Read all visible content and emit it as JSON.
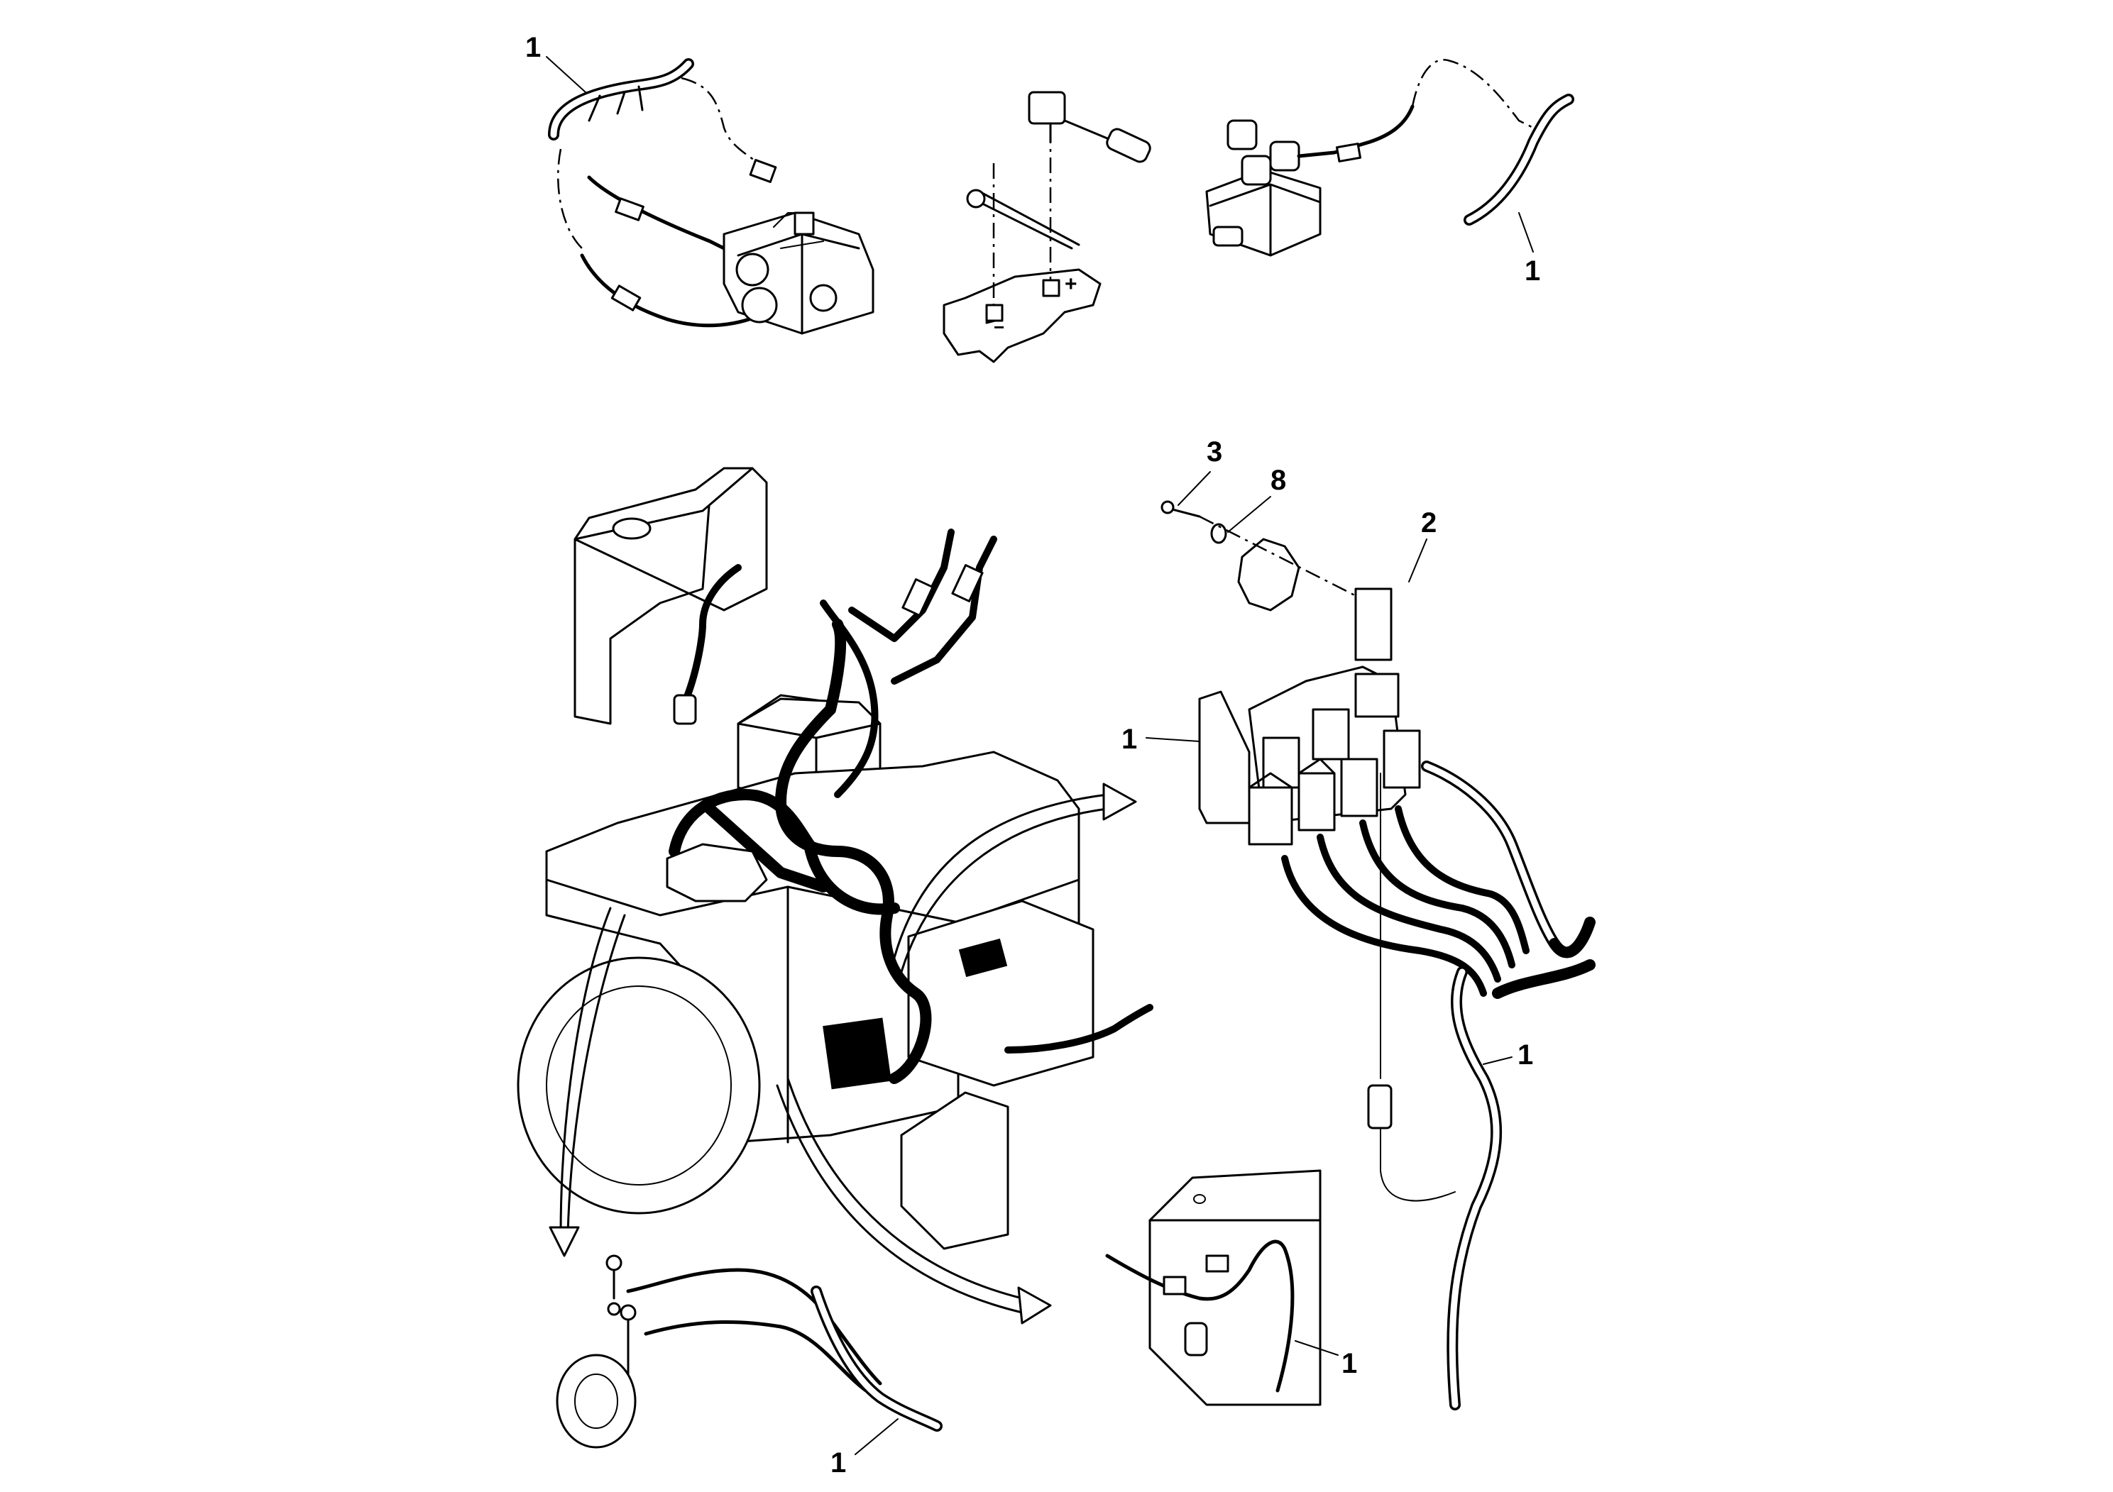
{
  "callouts": [
    {
      "id": "c1a",
      "text": "1"
    },
    {
      "id": "c1b",
      "text": "1"
    },
    {
      "id": "c3",
      "text": "3"
    },
    {
      "id": "c8",
      "text": "8"
    },
    {
      "id": "c2",
      "text": "2"
    },
    {
      "id": "c1c",
      "text": "1"
    },
    {
      "id": "c1d",
      "text": "1"
    },
    {
      "id": "c1e",
      "text": "1"
    },
    {
      "id": "c1f",
      "text": "1"
    }
  ],
  "battery_symbols": {
    "minus": "−",
    "plus": "+"
  }
}
